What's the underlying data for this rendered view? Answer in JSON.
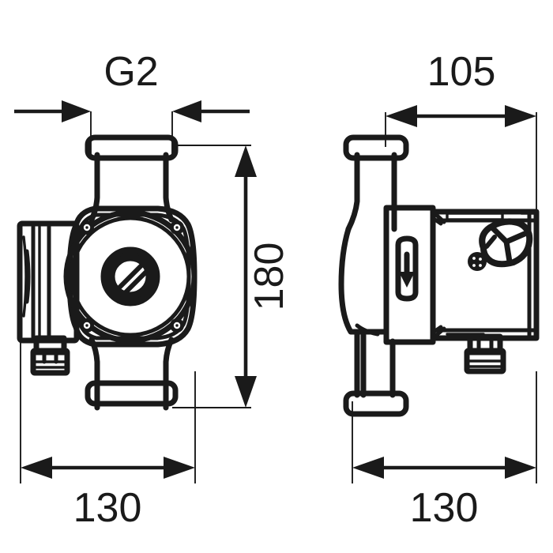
{
  "drawing": {
    "title": "Circulation pump dimensional drawing",
    "units": "mm",
    "line_color": "#1a1a1a",
    "background_color": "#ffffff",
    "views": [
      {
        "id": "front-view",
        "name": "front-view",
        "label": "",
        "components": [
          "top-union-nut-flange",
          "top-inlet-pipe",
          "pump-housing-square",
          "motor-housing-circle",
          "vent-screw-cap",
          "corner-bolt-top-left",
          "corner-bolt-top-right",
          "corner-bolt-bottom-left",
          "corner-bolt-bottom-right",
          "terminal-box",
          "cable-gland",
          "bottom-outlet-pipe",
          "bottom-union-nut-flange"
        ]
      },
      {
        "id": "side-view",
        "name": "side-view",
        "label": "",
        "components": [
          "top-union-nut-flange",
          "top-inlet-pipe",
          "pump-volute-body",
          "flow-direction-badge",
          "motor-housing-block",
          "speed-selector-knob",
          "indicator-led",
          "terminal-box",
          "cable-gland",
          "bottom-outlet-pipe",
          "bottom-union-nut-flange"
        ]
      }
    ]
  },
  "dimensions": {
    "front_thread": {
      "label": "G2",
      "name": "thread-size-label",
      "orientation": "horizontal",
      "arrow_style": "inward"
    },
    "front_height": {
      "label": "180",
      "name": "height-dimension-label",
      "orientation": "vertical-rotated",
      "arrow_style": "outward"
    },
    "front_width": {
      "label": "130",
      "name": "front-width-dimension-label",
      "orientation": "horizontal",
      "arrow_style": "outward"
    },
    "side_depth": {
      "label": "105",
      "name": "depth-dimension-label",
      "orientation": "horizontal",
      "arrow_style": "outward"
    },
    "side_width": {
      "label": "130",
      "name": "side-width-dimension-label",
      "orientation": "horizontal",
      "arrow_style": "outward"
    }
  },
  "annotations": {
    "flow_arrow": {
      "name": "flow-direction-arrow",
      "direction": "down"
    },
    "vent_screw": {
      "name": "vent-screw-slot",
      "style": "slotted"
    },
    "indicator_led": {
      "name": "indicator-led",
      "dot_count": 4
    }
  }
}
